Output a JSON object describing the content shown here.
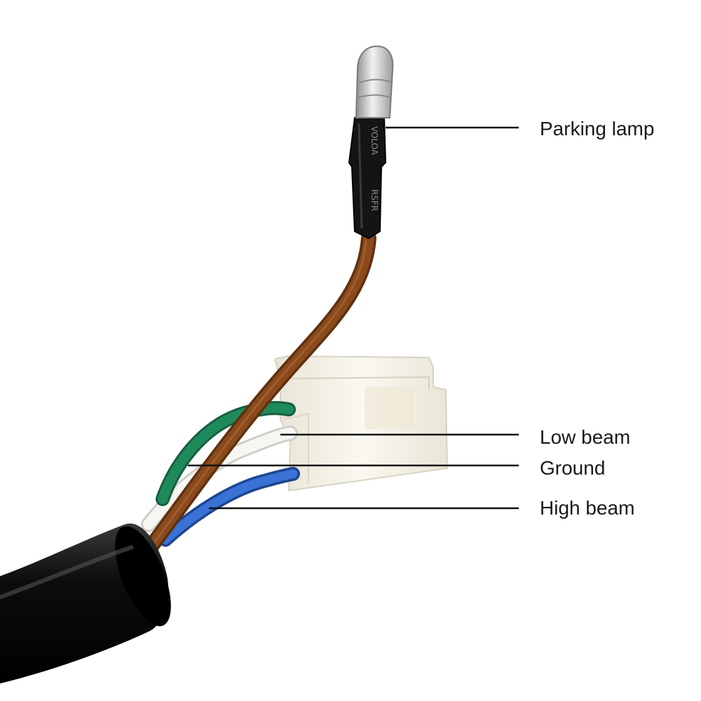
{
  "labels": {
    "parking_lamp": "Parking lamp",
    "low_beam": "Low beam",
    "ground": "Ground",
    "high_beam": "High beam"
  },
  "sleeve_marking": {
    "line1": "VOLOA",
    "line2": "RSFR"
  },
  "colors": {
    "background": "#ffffff",
    "parking_lamp_wire": "#8a4a1c",
    "low_beam_wire": "#f2f2ee",
    "ground_wire": "#1e8a5c",
    "high_beam_wire": "#2f64c8",
    "outer_jacket": "#0d0d0d",
    "connector": "#f4f1e6",
    "terminal": "#c9c9c9",
    "heat_shrink": "#151515",
    "leader_line": "#111111"
  }
}
